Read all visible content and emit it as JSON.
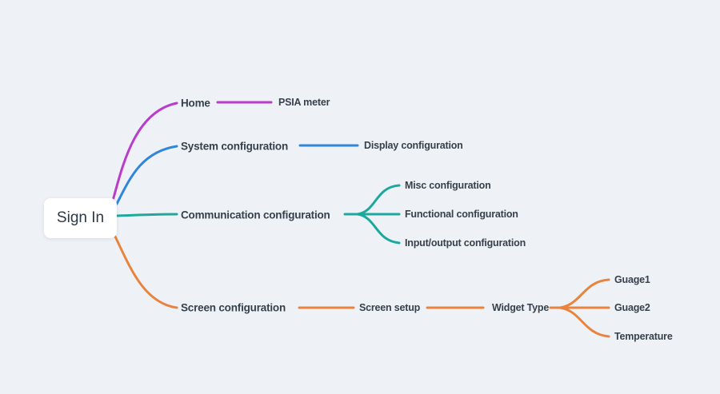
{
  "app": {
    "type": "mind-map",
    "background": "#eef2f6"
  },
  "palette": {
    "magenta": "#b93ccb",
    "blue": "#2f86da",
    "teal": "#1da89e",
    "orange": "#e8843f",
    "label_text": "#36414b",
    "root_text": "#2c3947",
    "root_background": "#ffffff"
  },
  "root": {
    "label": "Sign In"
  },
  "branches": [
    {
      "label": "Home",
      "color": "#b93ccb",
      "children": [
        {
          "label": "PSIA meter"
        }
      ]
    },
    {
      "label": "System configuration",
      "color": "#2f86da",
      "children": [
        {
          "label": "Display configuration"
        }
      ]
    },
    {
      "label": "Communication configuration",
      "color": "#1da89e",
      "children": [
        {
          "label": "Misc configuration"
        },
        {
          "label": "Functional configuration"
        },
        {
          "label": "Input/output configuration"
        }
      ]
    },
    {
      "label": "Screen configuration",
      "color": "#e8843f",
      "children": [
        {
          "label": "Screen setup",
          "children": [
            {
              "label": "Widget Type",
              "children": [
                {
                  "label": "Guage1"
                },
                {
                  "label": "Guage2"
                },
                {
                  "label": "Temperature"
                }
              ]
            }
          ]
        }
      ]
    }
  ]
}
